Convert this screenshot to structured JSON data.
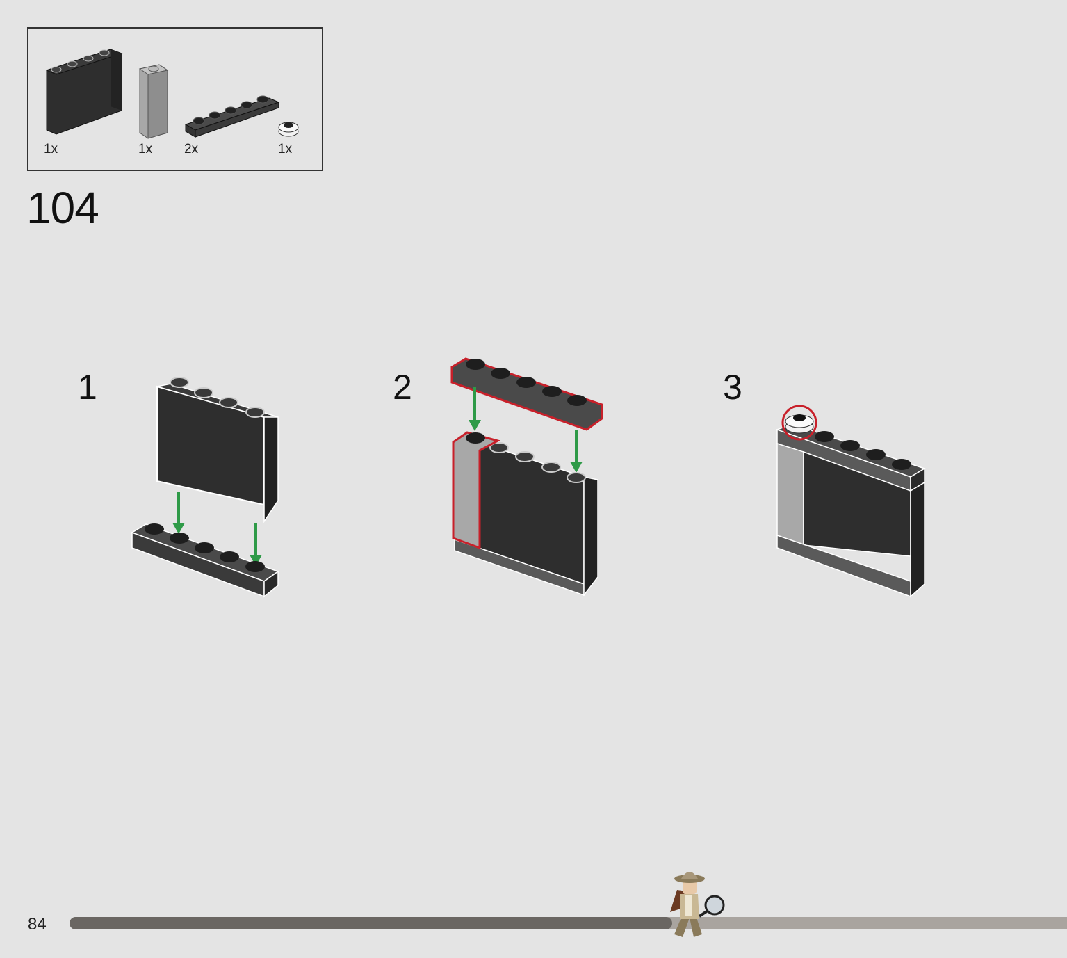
{
  "parts": [
    {
      "name": "dark-grey-panel",
      "qty": "1x"
    },
    {
      "name": "light-grey-brick-1x1x3",
      "qty": "1x"
    },
    {
      "name": "dark-grey-plate-1x5",
      "qty": "2x"
    },
    {
      "name": "white-round-plate-1x1",
      "qty": "1x"
    }
  ],
  "step_number": "104",
  "sub_steps": [
    "1",
    "2",
    "3"
  ],
  "page_number": "84",
  "progress_fraction": 0.6,
  "colors": {
    "background": "#e4e4e4",
    "dark_brick": "#2e2e2e",
    "light_grey_brick": "#a8a8a8",
    "arrow_green": "#2e9a47",
    "highlight_red": "#c8202a",
    "progress_dark": "#6a6662",
    "progress_light": "#a9a49f"
  },
  "icons": [
    "explorer-mascot-icon"
  ]
}
